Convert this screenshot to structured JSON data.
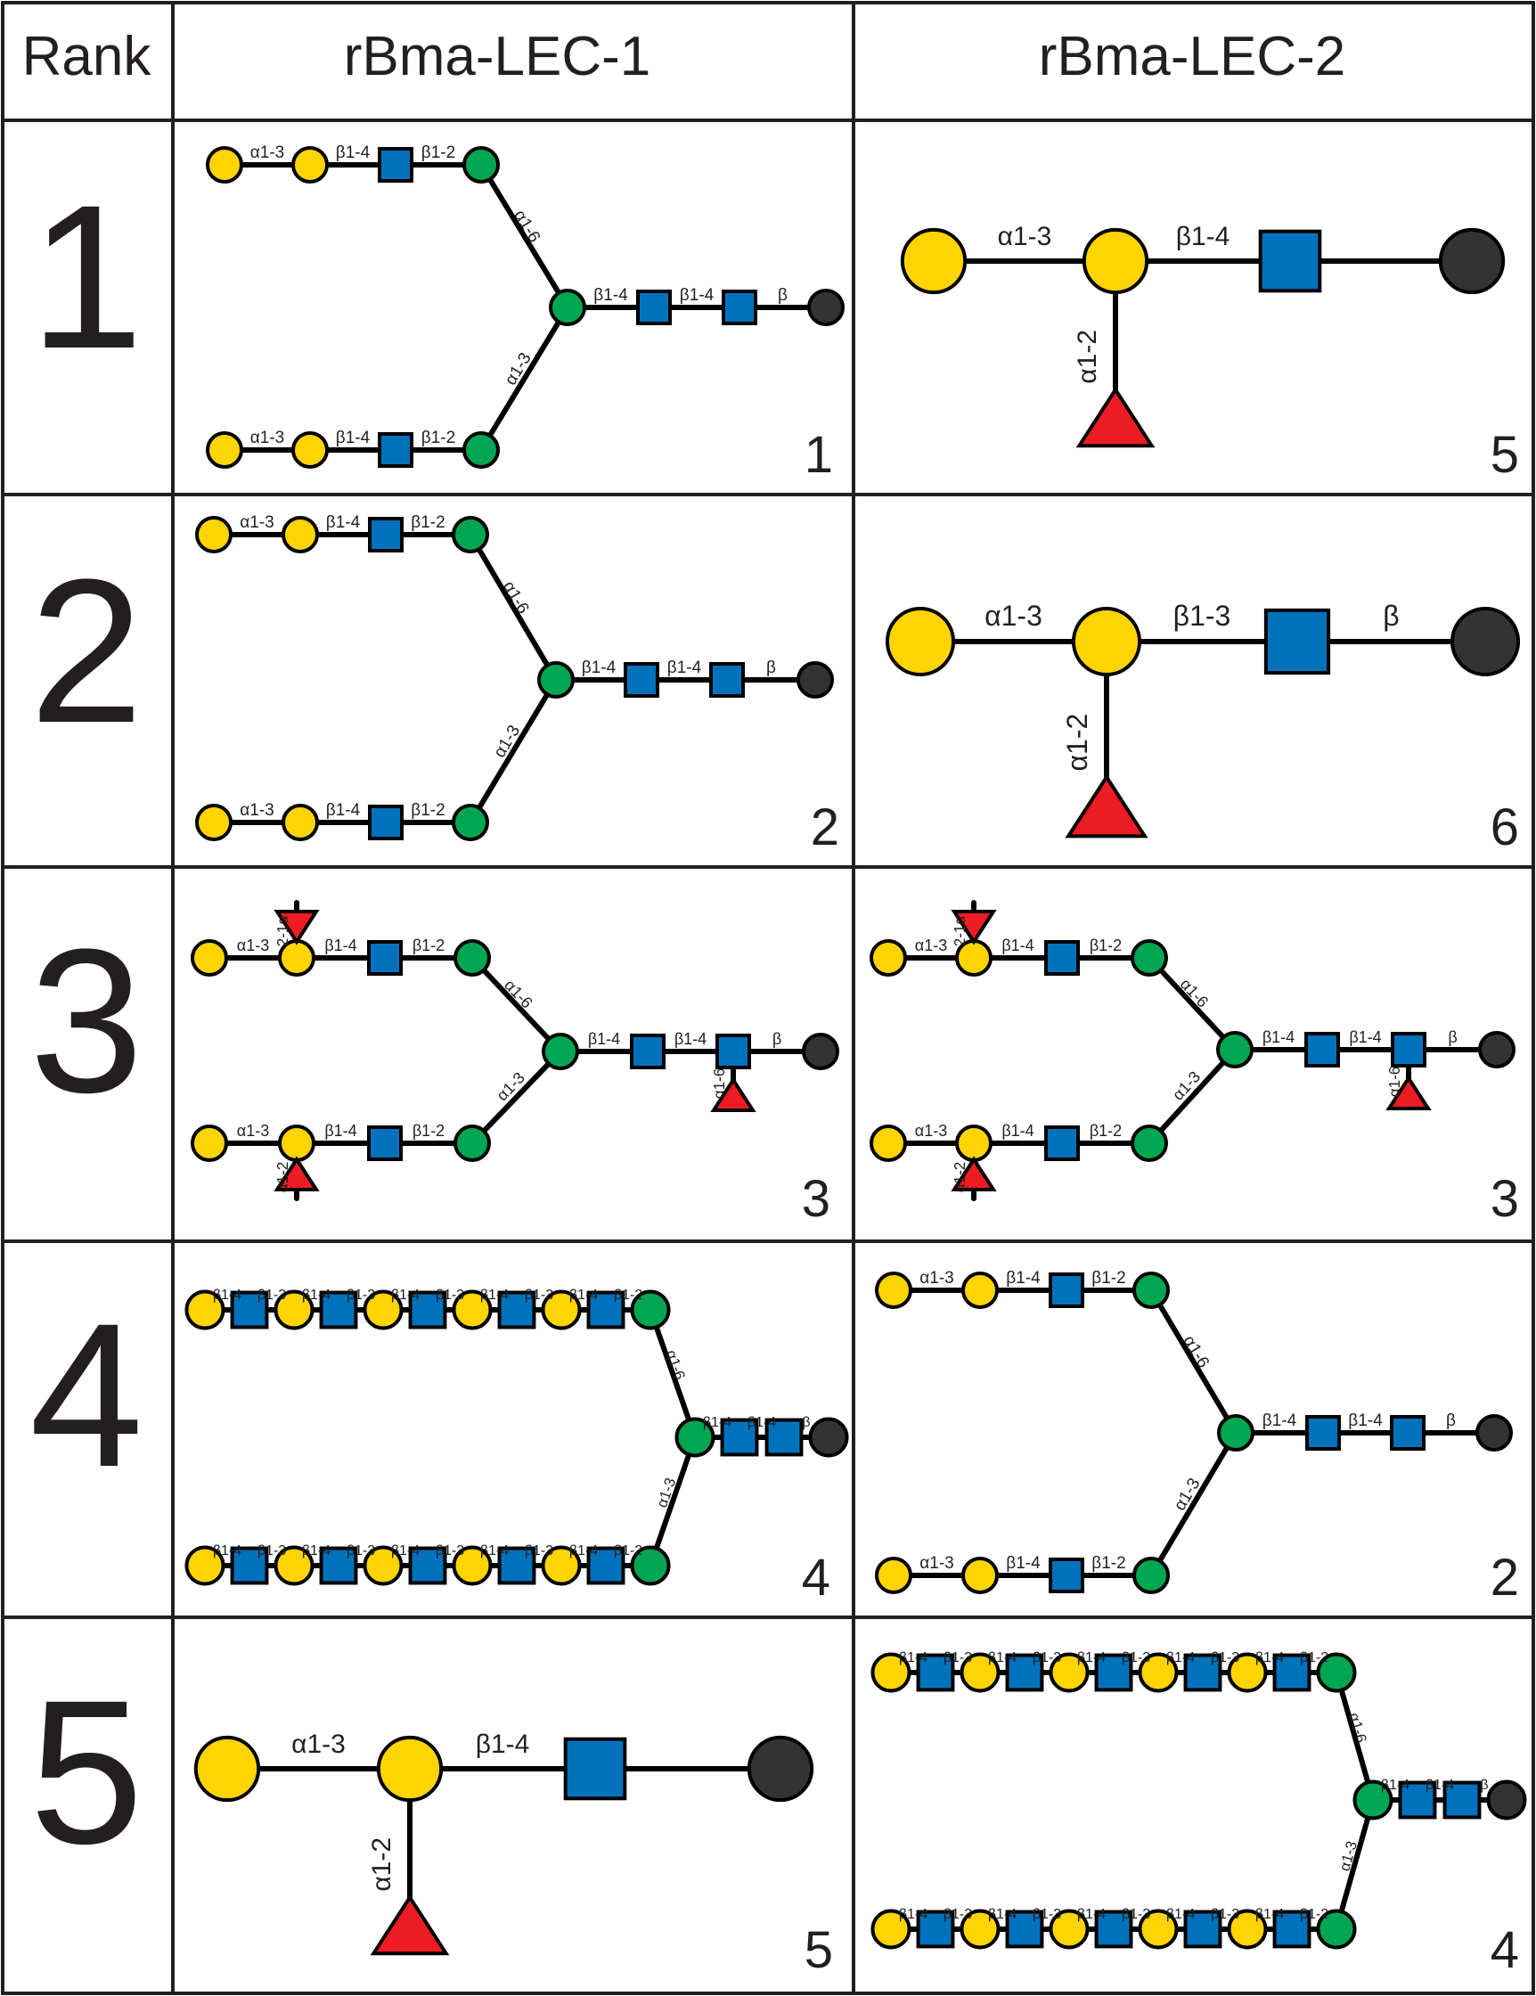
{
  "colors": {
    "galactose": "#ffd400",
    "glcnac": "#0072bc",
    "mannose": "#00a651",
    "fucose": "#ed1c24",
    "aglycone": "#333333",
    "outline": "#000000",
    "grid": "#231f20"
  },
  "headers": {
    "rank": "Rank",
    "lectins": [
      "rBma-LEC-1",
      "rBma-LEC-2"
    ]
  },
  "rows": [
    {
      "rank": "1",
      "ids": [
        "1",
        "5"
      ]
    },
    {
      "rank": "2",
      "ids": [
        "2",
        "6"
      ]
    },
    {
      "rank": "3",
      "ids": [
        "3",
        "3"
      ]
    },
    {
      "rank": "4",
      "ids": [
        "4",
        "2"
      ]
    },
    {
      "rank": "5",
      "ids": [
        "5",
        "4"
      ]
    }
  ],
  "glycans": {
    "1": {
      "type": "biantennary",
      "upper_arm_links": [
        "α1-3",
        "β1-4",
        "β1-2"
      ],
      "lower_arm_links": [
        "α1-3",
        "β1-4",
        "β1-2"
      ],
      "branch_links": [
        "α1-6",
        "α1-3"
      ],
      "core_links": [
        "β1-4",
        "β1-4",
        "β"
      ]
    },
    "2": {
      "type": "biantennary",
      "upper_arm_links": [
        "α1-3",
        "β1-4",
        "β1-2"
      ],
      "lower_arm_links": [
        "α1-3",
        "β1-4",
        "β1-2"
      ],
      "branch_links": [
        "α1-6",
        "α1-3"
      ],
      "core_links": [
        "β1-4",
        "β1-4",
        "β"
      ]
    },
    "3": {
      "type": "biantennary-fucosylated",
      "upper_arm_links": [
        "α1-3",
        "β1-4",
        "β1-2"
      ],
      "upper_fucose_link": "2-1α",
      "lower_arm_links": [
        "α1-3",
        "β1-4",
        "β1-2"
      ],
      "lower_fucose_link": "α1-2",
      "branch_links": [
        "α1-6",
        "α1-3"
      ],
      "core_links": [
        "β1-4",
        "β1-4",
        "β"
      ],
      "core_fucose_link": "α1-6"
    },
    "4": {
      "type": "poly-lacnac-biantennary",
      "arm_repeat_links": [
        "β1-4",
        "β1-3",
        "β1-4",
        "β1-3",
        "β1-4",
        "β1-3",
        "β1-4",
        "β1-3",
        "β1-4",
        "β1-2"
      ],
      "branch_links": [
        "α1-6",
        "α1-3"
      ],
      "core_links": [
        "β1-4",
        "β1-4",
        "β"
      ]
    },
    "5": {
      "type": "fucosylated-trisaccharide",
      "links": [
        "α1-3",
        "β1-4"
      ],
      "fucose_link": "α1-2"
    },
    "6": {
      "type": "fucosylated-trisaccharide",
      "links": [
        "α1-3",
        "β1-3",
        "β"
      ],
      "fucose_link": "α1-2"
    }
  }
}
